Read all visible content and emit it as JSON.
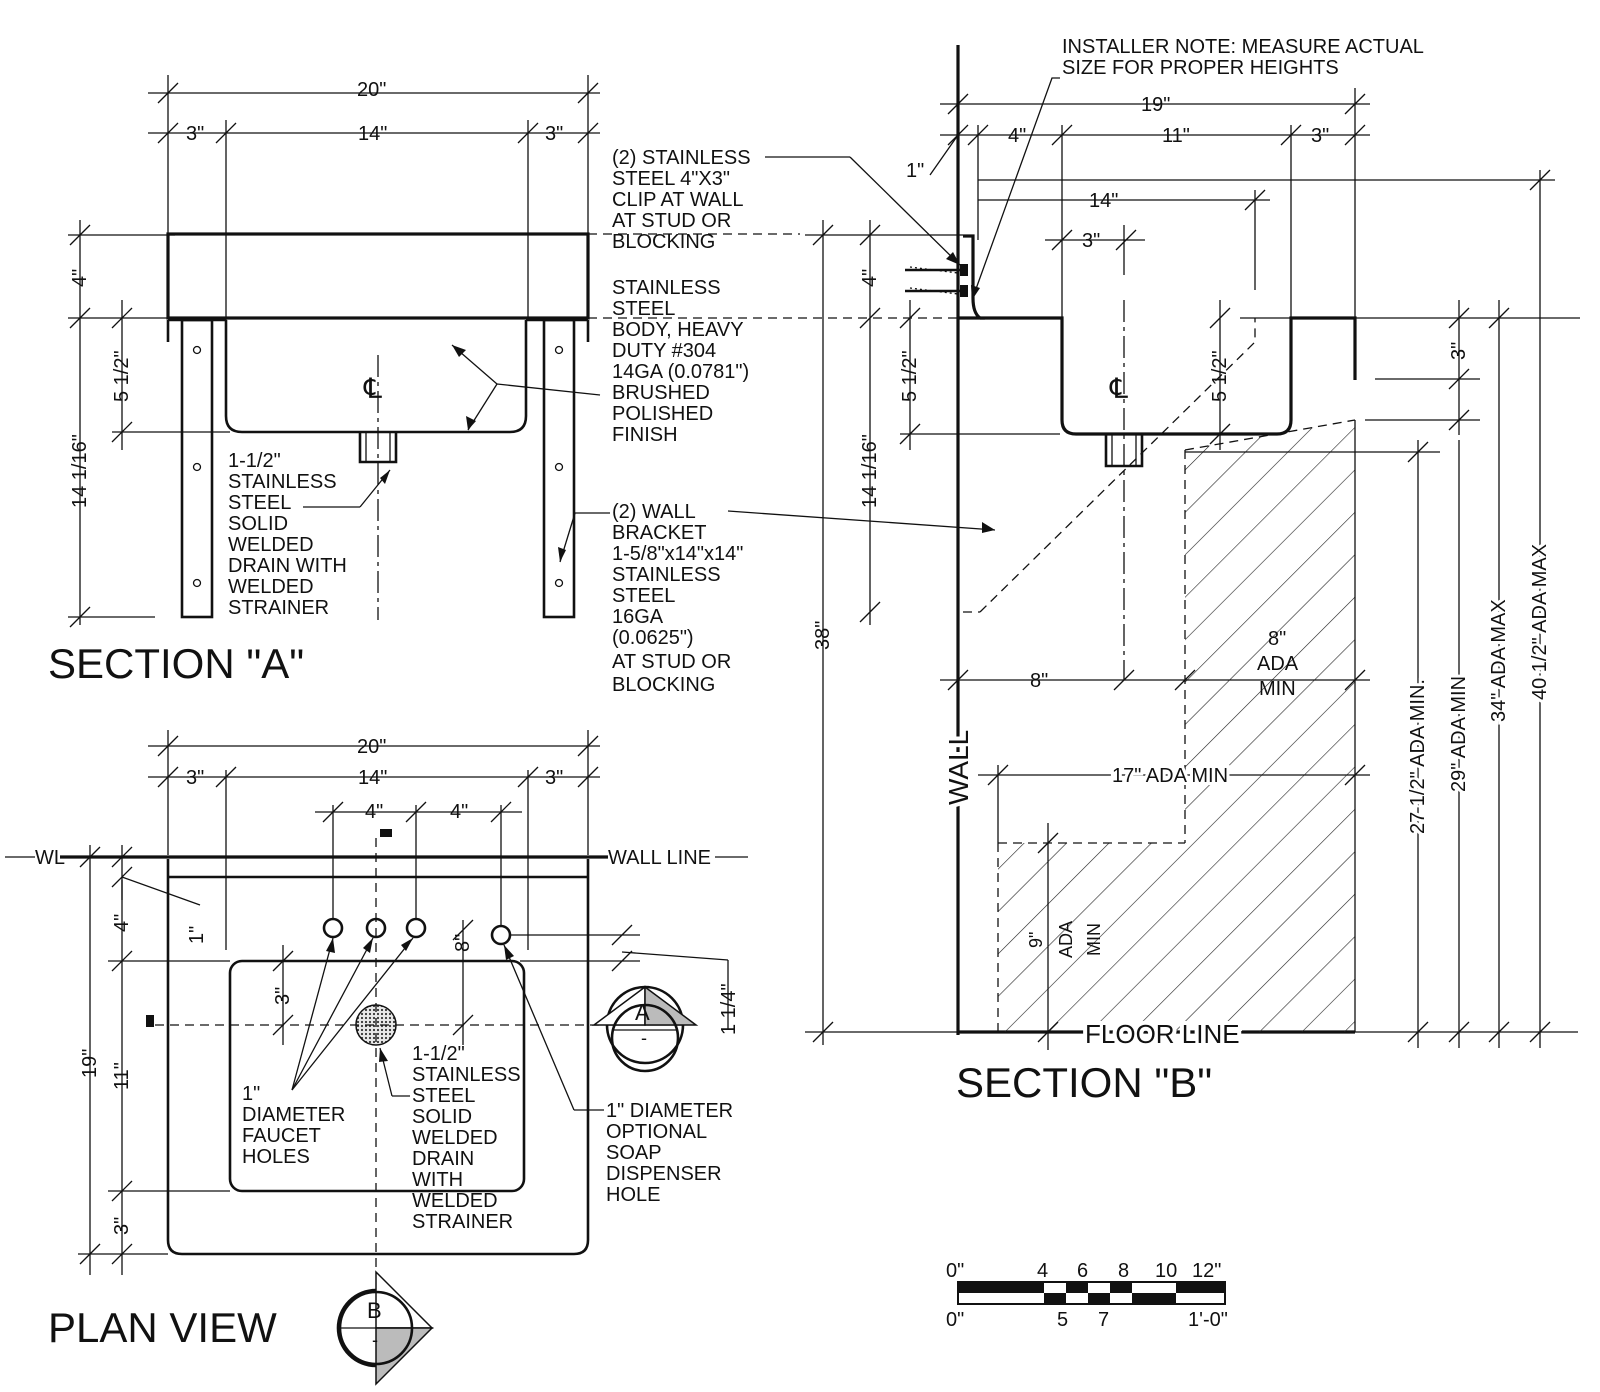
{
  "section_a": {
    "title": "SECTION \"A\"",
    "dims": {
      "overall_width": "20\"",
      "left_side": "3\"",
      "center": "14\"",
      "right_side": "3\"",
      "top_height": "4\"",
      "bowl_depth": "5 1/2\"",
      "bracket_height": "14 1/16\""
    },
    "drain_note": [
      "1-1/2\"",
      "STAINLESS",
      "STEEL",
      "SOLID",
      "WELDED",
      "DRAIN WITH",
      "WELDED",
      "STRAINER"
    ],
    "centerline_symbol": "℄"
  },
  "notes": {
    "clip": [
      "(2) STAINLESS",
      "STEEL 4\"X3\"",
      "CLIP AT WALL",
      "AT STUD OR",
      "BLOCKING"
    ],
    "body": [
      "STAINLESS",
      "STEEL",
      "BODY, HEAVY",
      "DUTY #304",
      "14GA (0.0781\")",
      "BRUSHED",
      "POLISHED",
      "FINISH"
    ],
    "bracket": [
      "(2) WALL",
      "BRACKET",
      "1-5/8\"x14\"x14\"",
      "STAINLESS",
      "STEEL",
      "16GA",
      "(0.0625\")",
      "AT STUD OR",
      "BLOCKING"
    ],
    "installer": [
      "INSTALLER NOTE: MEASURE ACTUAL",
      "SIZE FOR PROPER HEIGHTS"
    ]
  },
  "section_b": {
    "title": "SECTION \"B\"",
    "dims": {
      "overall_depth": "19\"",
      "wall_gap": "1\"",
      "back": "4\"",
      "bowl": "11\"",
      "front": "3\"",
      "bracket_depth": "14\"",
      "small": "3\"",
      "top_height": "4\"",
      "bowl_depth": "5 1/2\"",
      "bowl_depth_front": "5 1/2\"",
      "bracket_height": "14 1/16\"",
      "rim_height": "38\"",
      "knee": "8\"",
      "rim_3": "3\""
    },
    "ada": {
      "knee_min": [
        "8\"",
        "ADA",
        "MIN"
      ],
      "toe_depth": "17\" ADA MIN",
      "toe_height": [
        "9\"",
        "ADA",
        "MIN"
      ],
      "h1": "27 1/2\" ADA MIN.",
      "h2": "29\" ADA MIN",
      "h3": "34\" ADA MAX",
      "h4": "40 1/2\" ADA MAX"
    },
    "wall_label": "WALL",
    "floor_label": "FLOOR LINE"
  },
  "plan": {
    "title": "PLAN VIEW",
    "dims": {
      "overall_width": "20\"",
      "left": "3\"",
      "center": "14\"",
      "right": "3\"",
      "faucet_spacing_1": "4\"",
      "faucet_spacing_2": "4\"",
      "wall_gap": "1\"",
      "back_ledge": "4\"",
      "overall_depth": "19\"",
      "bowl_depth": "11\"",
      "front": "3\"",
      "bowl_offset": "3\"",
      "faucet_to_bowl": "8\"",
      "soap_offset": "1 1/4\""
    },
    "wl": "WL",
    "wall_line": "WALL LINE",
    "faucet_note": [
      "1\"",
      "DIAMETER",
      "FAUCET",
      "HOLES"
    ],
    "drain_note": [
      "1-1/2\"",
      "STAINLESS",
      "STEEL",
      "SOLID",
      "WELDED",
      "DRAIN",
      "WITH",
      "WELDED",
      "STRAINER"
    ],
    "soap_note": [
      "1\" DIAMETER",
      "OPTIONAL",
      "SOAP",
      "DISPENSER",
      "HOLE"
    ],
    "marker_a": {
      "letter": "A",
      "sub": "-"
    },
    "marker_b": {
      "letter": "B",
      "sub": "-"
    }
  },
  "scale": {
    "top_labels": [
      "0\"",
      "4",
      "6",
      "8",
      "10",
      "12\""
    ],
    "bottom_labels": [
      "0\"",
      "5",
      "7",
      "1'-0\""
    ]
  }
}
